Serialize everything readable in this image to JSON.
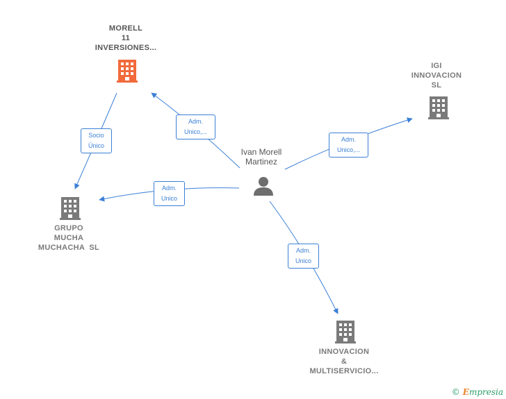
{
  "nodes": {
    "morell": {
      "lines": [
        "MORELL",
        "11",
        "INVERSIONES..."
      ],
      "icon": "building-icon",
      "color": "#f26a3c"
    },
    "igi": {
      "lines": [
        "IGI",
        "INNOVACION",
        "SL"
      ],
      "icon": "building-icon",
      "color": "#7a7a7a"
    },
    "grupo": {
      "lines": [
        "GRUPO",
        "MUCHA",
        "MUCHACHA  SL"
      ],
      "icon": "building-icon",
      "color": "#7a7a7a"
    },
    "innovacion": {
      "lines": [
        "INNOVACION",
        "&",
        "MULTISERVICIO..."
      ],
      "icon": "building-icon",
      "color": "#7a7a7a"
    },
    "person": {
      "lines": [
        "Ivan Morell",
        "Martinez"
      ],
      "icon": "person-icon",
      "color": "#6e6e6e"
    }
  },
  "edges": {
    "socio": {
      "lines": [
        "Socio",
        "Único"
      ]
    },
    "adm_morell": {
      "lines": [
        "Adm.",
        "Unico,..."
      ]
    },
    "adm_igi": {
      "lines": [
        "Adm.",
        "Unico,..."
      ]
    },
    "adm_grupo": {
      "lines": [
        "Adm.",
        "Unico"
      ]
    },
    "adm_innov": {
      "lines": [
        "Adm.",
        "Unico"
      ]
    }
  },
  "colors": {
    "edge": "#3a7fd5"
  },
  "footer": {
    "copyright": "©",
    "brand_initial": "E",
    "brand_rest": "mpresia"
  }
}
